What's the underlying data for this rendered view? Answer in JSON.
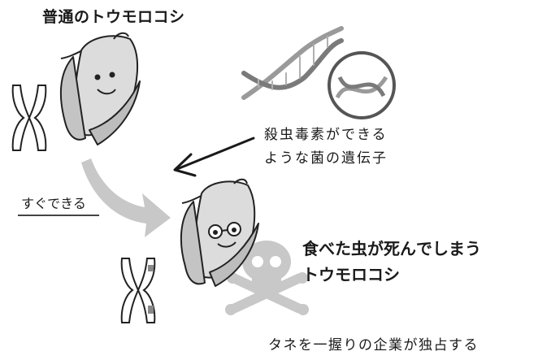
{
  "labels": {
    "normal_corn": "普通のトウモロコシ",
    "gene_line1": "殺虫毒素ができる",
    "gene_line2": "ような菌の遺伝子",
    "soon": "すぐできる",
    "gmo_line1": "食べた虫が死んでしまう",
    "gmo_line2": "トウモロコシ",
    "bottom": "タネを一握りの企業が独占する"
  },
  "icons": [
    "chromosome-icon",
    "corn-icon",
    "dna-helix-icon",
    "magnifier-icon",
    "arrow-icon",
    "skull-crossbones-icon"
  ],
  "colors": {
    "gray_fill": "#c8c8c8",
    "dark_stroke": "#222222",
    "dna_gray": "#a0a0a0"
  }
}
